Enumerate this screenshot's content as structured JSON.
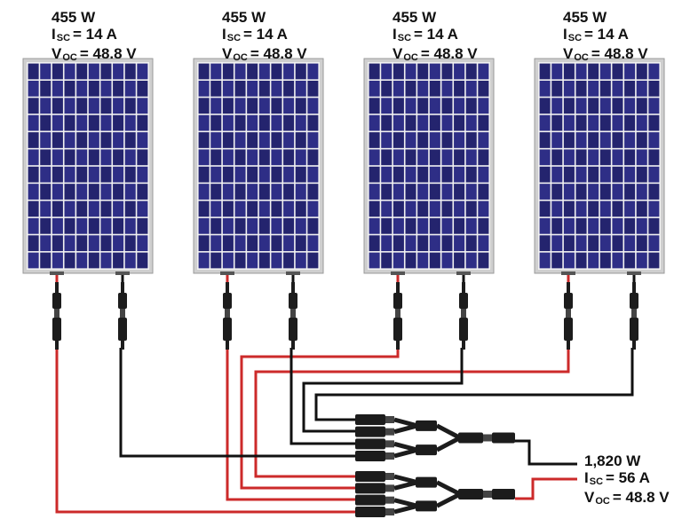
{
  "panels": [
    {
      "power": "455 W",
      "isc_symbol": "I",
      "isc_subscript": "SC",
      "isc_value": "= 14 A",
      "voc_symbol": "V",
      "voc_subscript": "OC",
      "voc_value": "= 48.8 V"
    },
    {
      "power": "455 W",
      "isc_symbol": "I",
      "isc_subscript": "SC",
      "isc_value": "= 14 A",
      "voc_symbol": "V",
      "voc_subscript": "OC",
      "voc_value": "= 48.8 V"
    },
    {
      "power": "455 W",
      "isc_symbol": "I",
      "isc_subscript": "SC",
      "isc_value": "= 14 A",
      "voc_symbol": "V",
      "voc_subscript": "OC",
      "voc_value": "= 48.8 V"
    },
    {
      "power": "455 W",
      "isc_symbol": "I",
      "isc_subscript": "SC",
      "isc_value": "= 14 A",
      "voc_symbol": "V",
      "voc_subscript": "OC",
      "voc_value": "= 48.8 V"
    }
  ],
  "output": {
    "power": "1,820 W",
    "isc_symbol": "I",
    "isc_subscript": "SC",
    "isc_value": "= 56 A",
    "voc_symbol": "V",
    "voc_subscript": "OC",
    "voc_value": "= 48.8 V"
  },
  "colors": {
    "cell": "#2e2e86",
    "cell_shade": "#24246e",
    "panel_frame": "#cfcfcf",
    "panel_border": "#9a9a9a",
    "positive_wire": "#cc2a2a",
    "negative_wire": "#111111",
    "connector": "#1c1c1c",
    "text": "#111111"
  }
}
